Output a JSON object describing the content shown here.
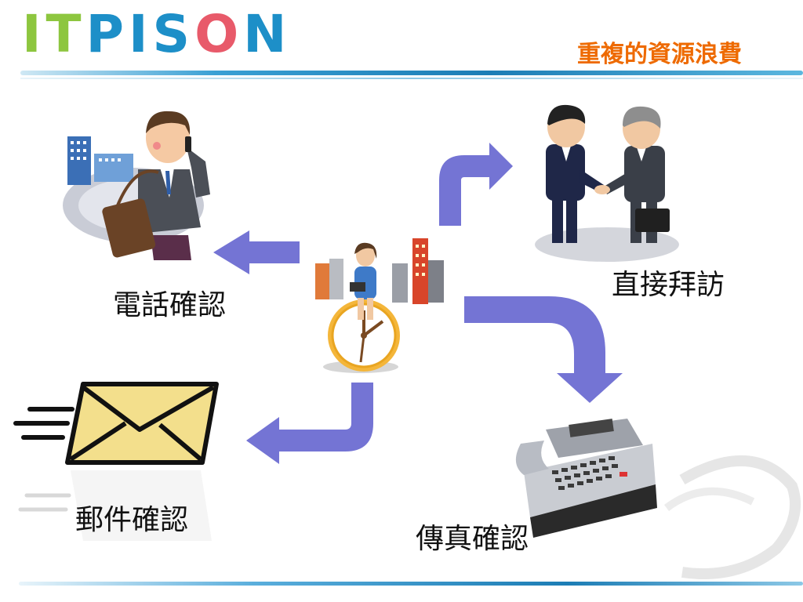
{
  "header": {
    "logo_text": "ITPISON",
    "title": "重複的資源浪費"
  },
  "diagram": {
    "labels": {
      "phone": "電話確認",
      "visit": "直接拜訪",
      "email": "郵件確認",
      "fax": "傳真確認"
    }
  },
  "colors": {
    "arrow": "#7474d4",
    "title": "#ee6a00",
    "logo_green": "#8dc63f",
    "logo_blue": "#1d8fc8",
    "rule_blue": "#1c7db5"
  },
  "icons": [
    "businessman-phone-icon",
    "handshake-icon",
    "woman-on-clock-icon",
    "envelope-icon",
    "fax-machine-icon"
  ]
}
